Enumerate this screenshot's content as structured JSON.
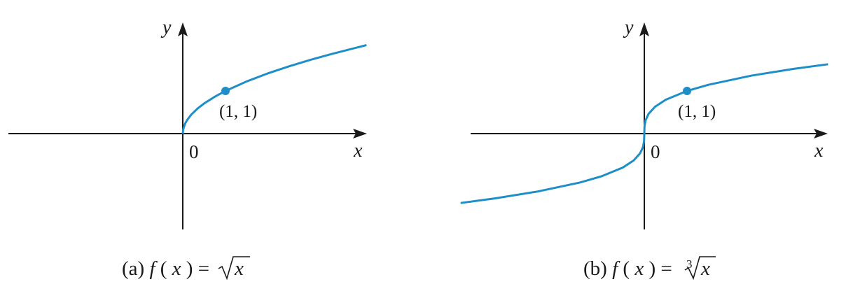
{
  "chart_data": [
    {
      "type": "line",
      "caption": {
        "label": "(a)",
        "fname": "f",
        "open": "(",
        "var": "x",
        "close": ")",
        "eq": "=",
        "radicand": "x"
      },
      "xlabel": "x",
      "ylabel": "y",
      "origin_label": "0",
      "xlim": [
        -4.4,
        4.4
      ],
      "ylim": [
        -2.35,
        2.7
      ],
      "function": "sqrt",
      "series": [
        {
          "x": [
            0,
            0.01,
            0.05,
            0.1,
            0.2,
            0.35,
            0.5,
            0.75,
            1,
            1.5,
            2,
            2.5,
            3,
            3.5,
            4.3
          ],
          "y": [
            0,
            0.1,
            0.224,
            0.316,
            0.447,
            0.592,
            0.707,
            0.866,
            1,
            1.225,
            1.414,
            1.581,
            1.732,
            1.871,
            2.074
          ]
        }
      ],
      "points": [
        {
          "x": 1,
          "y": 1,
          "label": "(1, 1)"
        }
      ],
      "color": "#1e8ec9"
    },
    {
      "type": "line",
      "caption": {
        "label": "(b)",
        "fname": "f",
        "open": "(",
        "var": "x",
        "close": ")",
        "eq": "=",
        "index": "3",
        "radicand": "x"
      },
      "xlabel": "x",
      "ylabel": "y",
      "origin_label": "0",
      "xlim": [
        -4.4,
        4.4
      ],
      "ylim": [
        -2.35,
        2.7
      ],
      "function": "cbrt",
      "series": [
        {
          "x": [
            -4.3,
            -3.5,
            -2.5,
            -1.5,
            -1,
            -0.5,
            -0.25,
            -0.1,
            -0.03,
            -0.005,
            0,
            0.005,
            0.03,
            0.1,
            0.25,
            0.5,
            1,
            1.5,
            2.5,
            3.5,
            4.3
          ],
          "y": [
            -1.626,
            -1.518,
            -1.357,
            -1.145,
            -1,
            -0.794,
            -0.63,
            -0.464,
            -0.311,
            -0.171,
            0,
            0.171,
            0.311,
            0.464,
            0.63,
            0.794,
            1,
            1.145,
            1.357,
            1.518,
            1.626
          ]
        }
      ],
      "points": [
        {
          "x": 1,
          "y": 1,
          "label": "(1, 1)"
        }
      ],
      "color": "#1e8ec9"
    }
  ]
}
